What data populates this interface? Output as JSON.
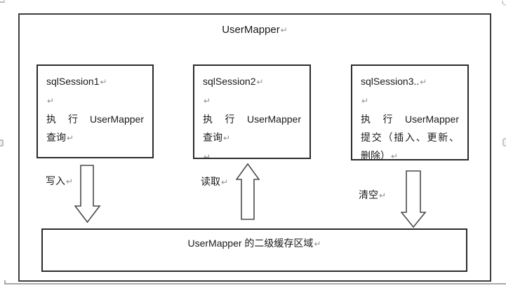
{
  "page": {
    "title": "UserMapper",
    "pilcrow": "↵"
  },
  "session_boxes": [
    {
      "title": "sqlSession1",
      "action_line1": "执 行  UserMapper",
      "action_line2": "查询"
    },
    {
      "title": "sqlSession2",
      "action_line1": "执 行  UserMapper",
      "action_line2": "查询"
    },
    {
      "title": "sqlSession3..",
      "action_line1": "执 行  UserMapper",
      "action_line2": "提交（插入、更新、",
      "action_line3": "删除）"
    }
  ],
  "arrow_labels": {
    "write": "写入",
    "read": "读取",
    "clear": "清空"
  },
  "cache_box": {
    "label": "UserMapper 的二级缓存区域"
  },
  "colors": {
    "canvas_border": "#3d3d3d",
    "box_border": "#2b2b2b",
    "text": "#1a1a1a",
    "mark_gray": "#8f8f8f",
    "page_edge": "#a8a8a8"
  }
}
